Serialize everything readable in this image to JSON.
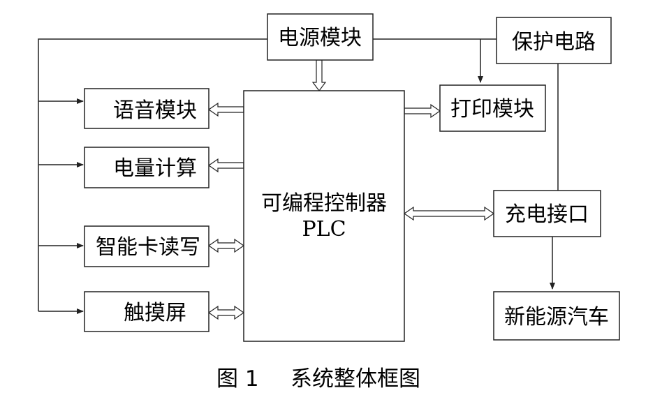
{
  "diagram": {
    "modules": {
      "power": "电源模块",
      "protection": "保护电路",
      "voice": "语音模块",
      "metering": "电量计算",
      "card": "智能卡读写",
      "touch": "触摸屏",
      "print": "打印模块",
      "charge_port": "充电接口",
      "vehicle": "新能源汽车"
    },
    "plc": {
      "line1": "可编程控制器",
      "line2": "PLC"
    }
  },
  "caption": {
    "number": "图 1",
    "title": "系统整体框图"
  }
}
